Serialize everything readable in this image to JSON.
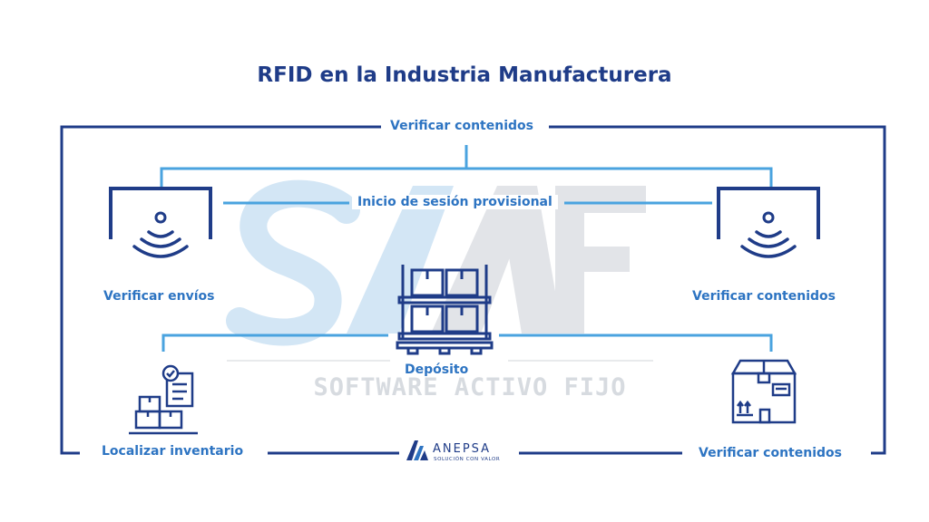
{
  "title": "RFID en la Industria Manufacturera",
  "watermark": {
    "logo_letters": "SAAF",
    "subtitle": "SOFTWARE ACTIVO FIJO"
  },
  "labels": {
    "top": "Verificar contenidos",
    "middle": "Inicio de sesión provisional",
    "left_reader": "Verificar envíos",
    "right_reader": "Verificar contenidos",
    "center": "Depósito",
    "bottom_left": "Localizar inventario",
    "bottom_right": "Verificar contenidos"
  },
  "logo": {
    "name": "ANEPSA",
    "tagline": "SOLUCIÓN CON VALOR"
  },
  "icons": {
    "left_reader": "rfid-reader-icon",
    "right_reader": "rfid-reader-icon",
    "center": "warehouse-shelf-icon",
    "bottom_left": "inventory-checklist-icon",
    "bottom_right": "shipping-box-icon"
  },
  "colors": {
    "dark_blue": "#1f3c88",
    "light_blue": "#2d74c2",
    "connector_blue": "#4aa3df"
  }
}
